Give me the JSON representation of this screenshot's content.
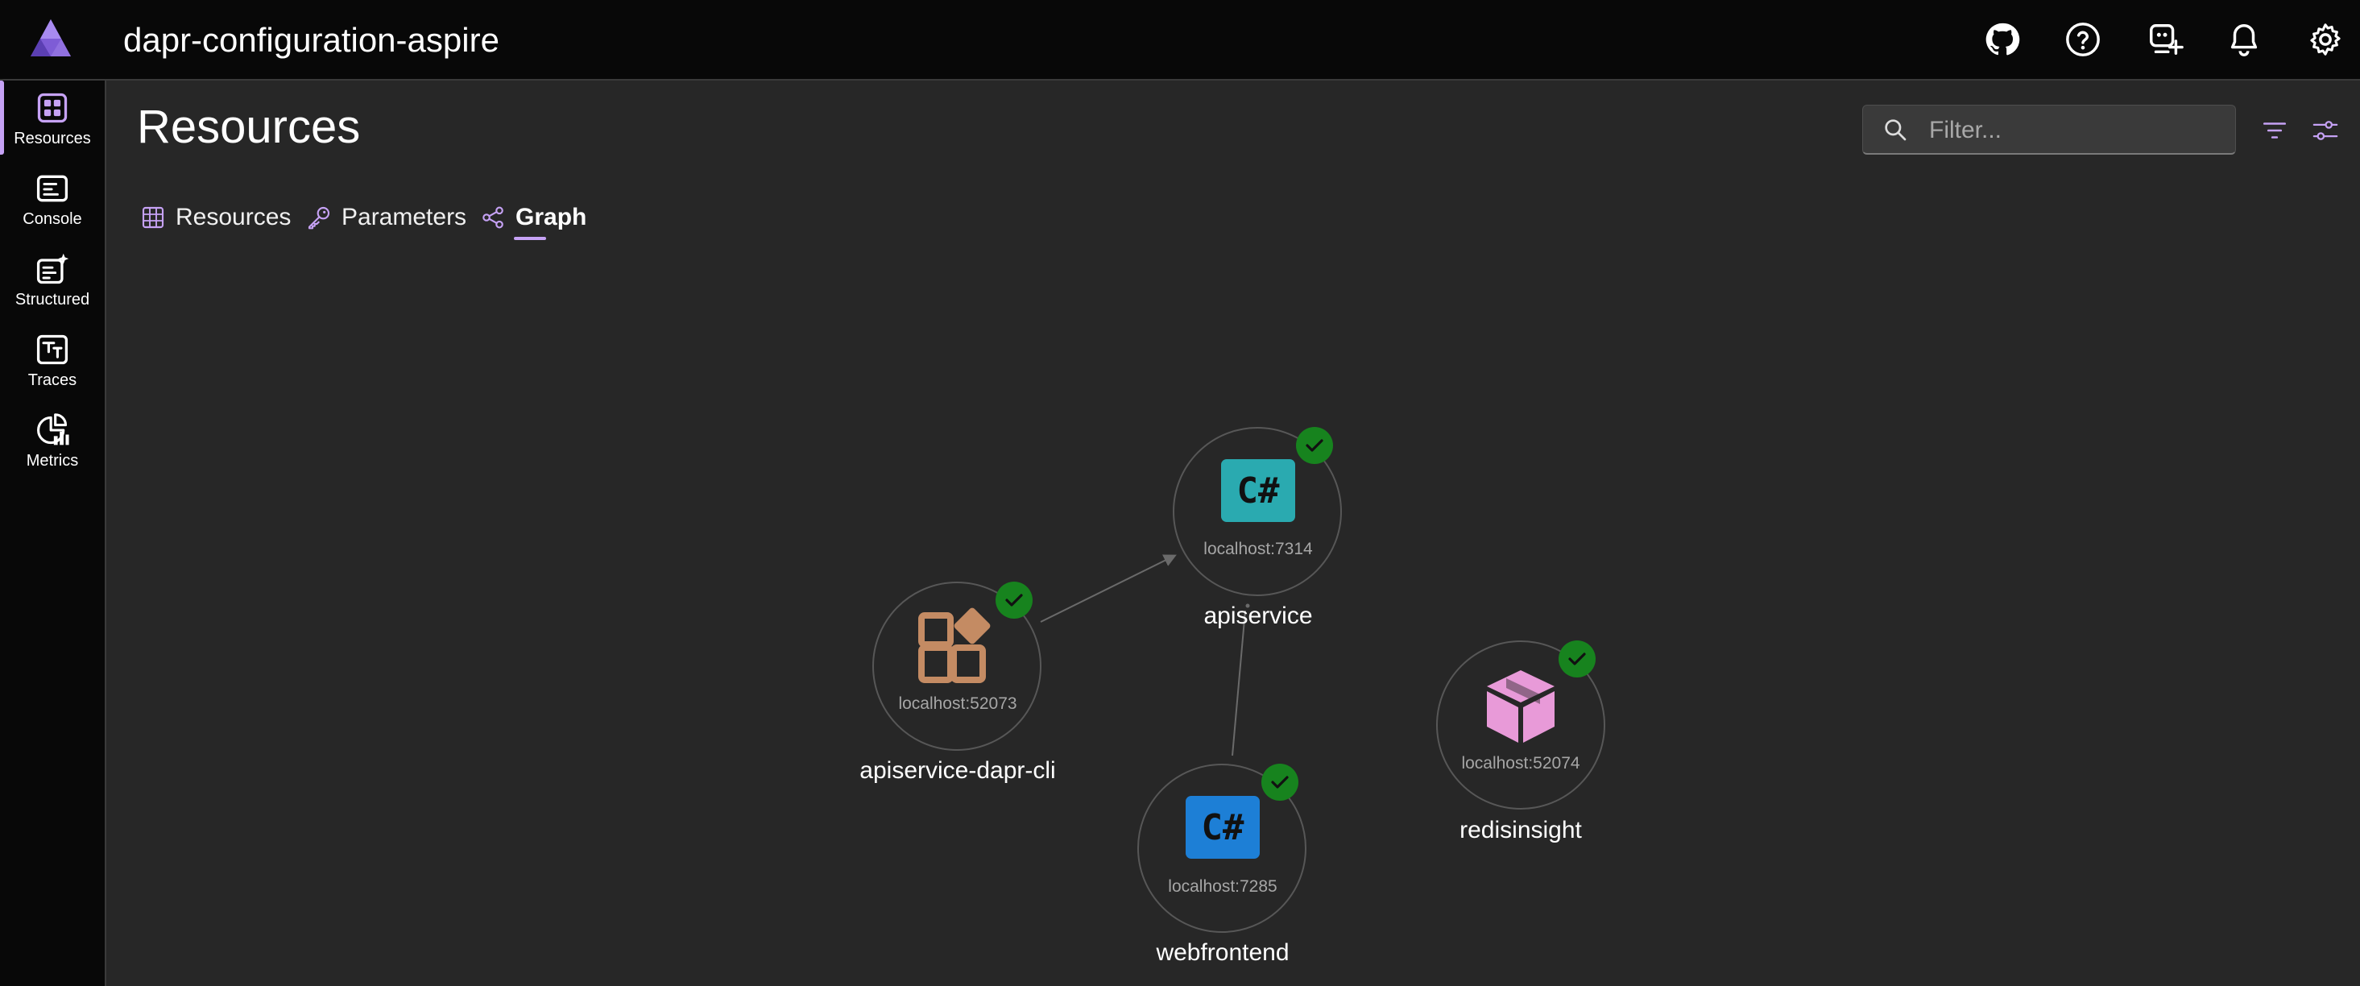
{
  "header": {
    "title": "dapr-configuration-aspire",
    "icons": [
      "github-icon",
      "help-icon",
      "copilot-icon",
      "notifications-icon",
      "settings-icon"
    ]
  },
  "sidebar": {
    "items": [
      {
        "label": "Resources",
        "icon": "resources-icon",
        "active": true
      },
      {
        "label": "Console",
        "icon": "console-icon"
      },
      {
        "label": "Structured",
        "icon": "structured-logs-icon"
      },
      {
        "label": "Traces",
        "icon": "traces-icon"
      },
      {
        "label": "Metrics",
        "icon": "metrics-icon"
      }
    ]
  },
  "page": {
    "title": "Resources"
  },
  "search": {
    "placeholder": "Filter..."
  },
  "tabs": [
    {
      "label": "Resources",
      "icon": "grid-icon"
    },
    {
      "label": "Parameters",
      "icon": "key-icon"
    },
    {
      "label": "Graph",
      "icon": "share-graph-icon",
      "active": true
    }
  ],
  "graph": {
    "nodes": [
      {
        "id": "apiservice",
        "name": "apiservice",
        "port": "localhost:7314",
        "icon": "csharp-icon",
        "status": "running"
      },
      {
        "id": "apiservice-dapr-cli",
        "name": "apiservice-dapr-cli",
        "port": "localhost:52073",
        "icon": "executable-icon",
        "status": "running"
      },
      {
        "id": "webfrontend",
        "name": "webfrontend",
        "port": "localhost:7285",
        "icon": "csharp-icon",
        "status": "running"
      },
      {
        "id": "redisinsight",
        "name": "redisinsight",
        "port": "localhost:52074",
        "icon": "container-icon",
        "status": "running"
      }
    ],
    "edges": [
      {
        "from": "apiservice-dapr-cli",
        "to": "apiservice"
      },
      {
        "from": "webfrontend",
        "to": "apiservice"
      }
    ]
  },
  "colors": {
    "accent": "#c6a2f5",
    "status_running": "#17831e",
    "csharp_project_1": "#2aaab0",
    "csharp_project_2": "#1d7fd6",
    "executable": "#c48b63",
    "container": "#e89ad8"
  }
}
